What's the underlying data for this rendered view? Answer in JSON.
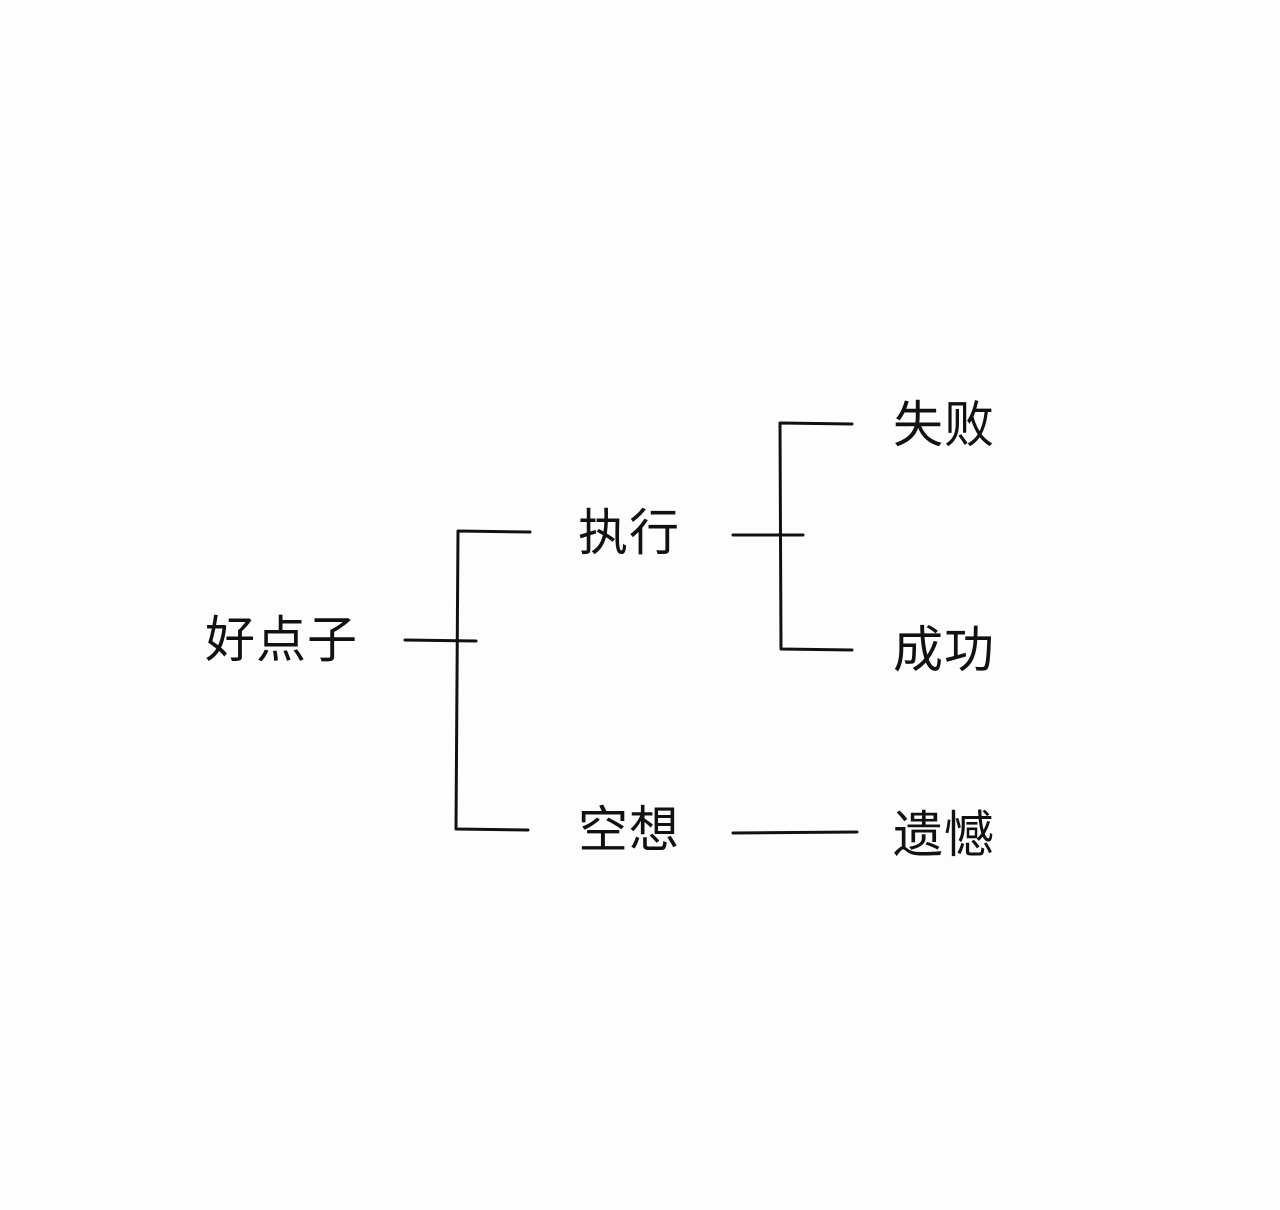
{
  "tree": {
    "root": {
      "label": "好点子"
    },
    "branches": [
      {
        "label": "执行",
        "outcomes": [
          {
            "label": "失败"
          },
          {
            "label": "成功"
          }
        ]
      },
      {
        "label": "空想",
        "outcomes": [
          {
            "label": "遗憾"
          }
        ]
      }
    ]
  },
  "colors": {
    "line": "#111111",
    "text": "#111111",
    "background": "#fdfdfd"
  }
}
